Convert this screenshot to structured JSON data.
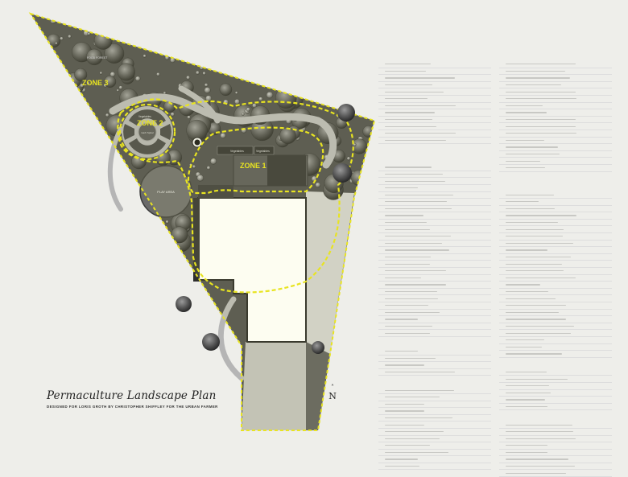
{
  "title": "Permaculture Landscape Plan",
  "subtitle": "DESIGNED FOR LORIS GROTH BY CHRISTOPHER SHIFFLEY FOR THE URBAN FARMER",
  "north_label": "N",
  "north_arrow": "˄",
  "zones": {
    "zone1": "ZONE 1",
    "zone2": "ZONE 2",
    "zone3": "ZONE 3"
  },
  "plan_labels": {
    "food_forest": "FOOD FOREST",
    "play_area": "PLAY AREA",
    "vegetables": "Vegetables",
    "vegetables_2": "Vegetables",
    "vegetables_3": "Vegetables",
    "herb_spiral": "Herb Spiral"
  },
  "colors": {
    "zone_line": "#e8e421",
    "zone_fill": "#f1ef8a",
    "tree_dark": "#3a3a3a",
    "tree_mid": "#6b6b6b",
    "house": "#ffffff",
    "lawn": "#d2d2d0",
    "driveway": "#c0c0be",
    "path": "#b8b8b8"
  },
  "icons": [
    "north-arrow-icon",
    "compost-icon"
  ]
}
